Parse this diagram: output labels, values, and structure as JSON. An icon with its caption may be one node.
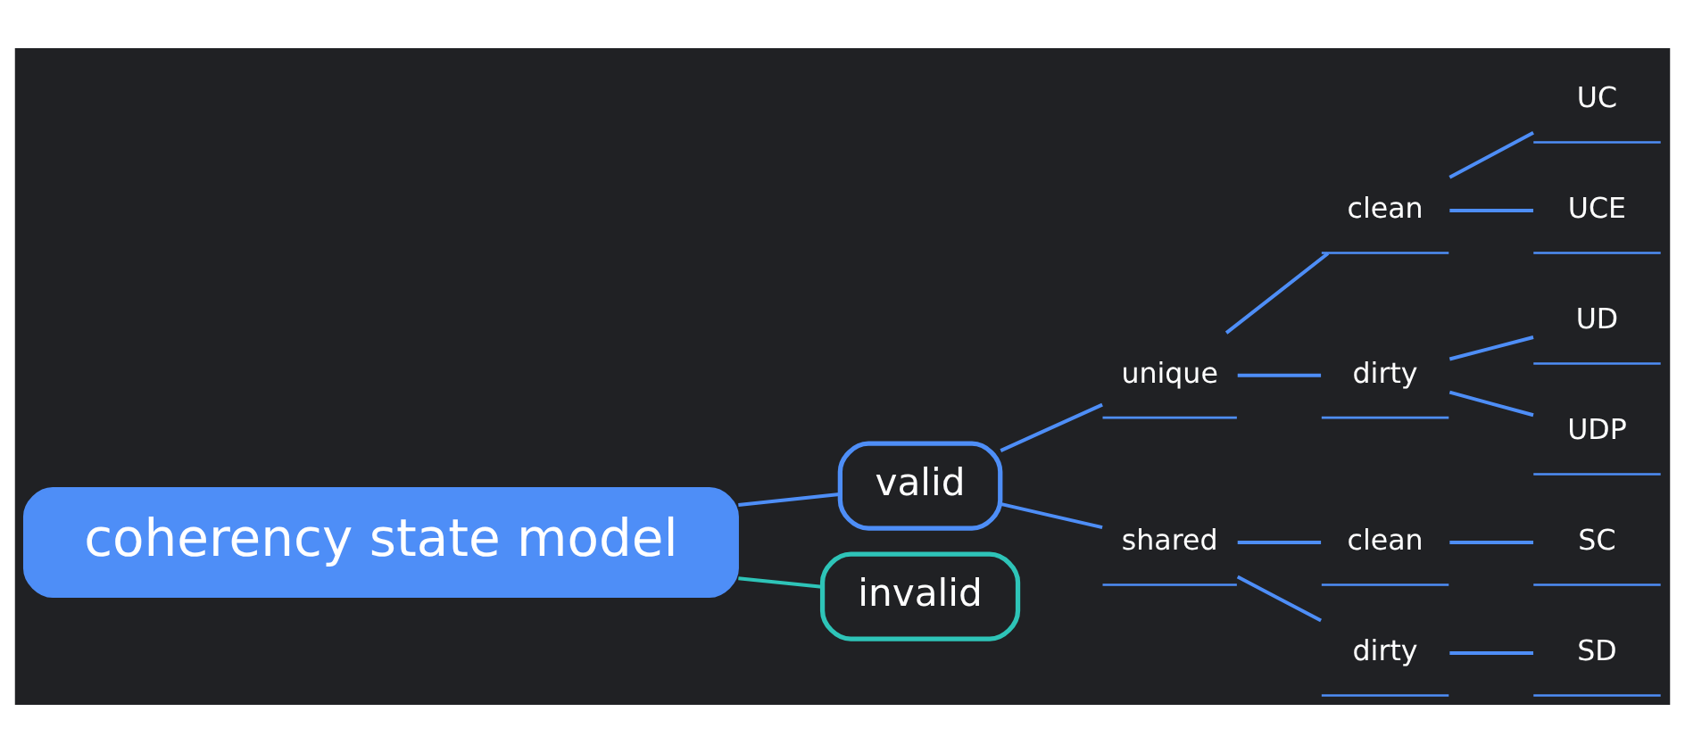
{
  "diagram": {
    "nodes": [
      {
        "text": [
          "coherency state model"
        ]
      },
      {
        "text": [
          "valid"
        ]
      },
      {
        "text": [
          "invalid"
        ]
      },
      {
        "text": [
          "unique"
        ]
      },
      {
        "text": [
          "shared"
        ]
      },
      {
        "text": [
          "clean"
        ]
      },
      {
        "text": [
          "dirty"
        ]
      },
      {
        "text": [
          "UC"
        ]
      },
      {
        "text": [
          "UCE"
        ]
      },
      {
        "text": [
          "UD"
        ]
      },
      {
        "text": [
          "UDP"
        ]
      },
      {
        "text": [
          "clean"
        ]
      },
      {
        "text": [
          "dirty"
        ]
      },
      {
        "text": [
          "SC"
        ]
      },
      {
        "text": [
          "SD"
        ]
      }
    ],
    "edges": [
      {
        "from": 0,
        "to": 1,
        "arrow": "none"
      },
      {
        "from": 0,
        "to": 2,
        "arrow": "none",
        "color": "#2ec4b8"
      },
      {
        "from": 1,
        "to": 3,
        "arrow": "none"
      },
      {
        "from": 1,
        "to": 4,
        "arrow": "none"
      },
      {
        "from": 3,
        "to": 5,
        "arrow": "none"
      },
      {
        "from": 3,
        "to": 6,
        "arrow": "none"
      },
      {
        "from": 5,
        "to": 7,
        "arrow": "none"
      },
      {
        "from": 5,
        "to": 8,
        "arrow": "none"
      },
      {
        "from": 6,
        "to": 9,
        "arrow": "none"
      },
      {
        "from": 6,
        "to": 10,
        "arrow": "none"
      },
      {
        "from": 4,
        "to": 11,
        "arrow": "none"
      },
      {
        "from": 4,
        "to": 12,
        "arrow": "none"
      },
      {
        "from": 11,
        "to": 13,
        "arrow": "none"
      },
      {
        "from": 12,
        "to": 14,
        "arrow": "none"
      }
    ]
  }
}
